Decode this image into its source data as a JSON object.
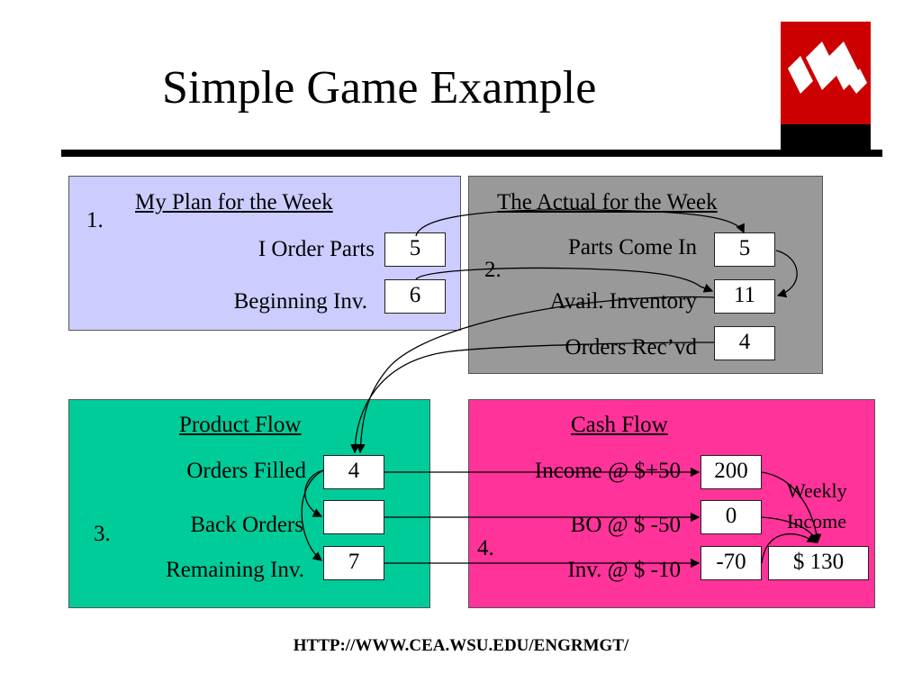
{
  "title": "Simple Game Example",
  "footer": "HTTP://WWW.CEA.WSU.EDU/ENGRMGT/",
  "colors": {
    "plan_panel": "#ccccff",
    "actual_panel": "#999999",
    "product_panel": "#00cc99",
    "cash_panel": "#ff3399",
    "logo_red": "#cc0000"
  },
  "plan": {
    "step": "1.",
    "heading": "My Plan for the Week",
    "order_label": "I Order Parts",
    "order_value": "5",
    "begin_label": "Beginning Inv.",
    "begin_value": "6"
  },
  "actual": {
    "step": "2.",
    "heading": "The Actual for the Week",
    "parts_label": "Parts Come In",
    "parts_value": "5",
    "avail_label": "Avail. Inventory",
    "avail_value": "11",
    "orders_label": "Orders Rec’vd",
    "orders_value": "4"
  },
  "product": {
    "step": "3.",
    "heading": "Product Flow",
    "filled_label": "Orders Filled",
    "filled_value": "4",
    "back_label": "Back Orders",
    "back_value": "",
    "remaining_label": "Remaining Inv.",
    "remaining_value": "7"
  },
  "cash": {
    "step": "4.",
    "heading": "Cash Flow",
    "income_label": "Income @ $+50",
    "income_value": "200",
    "bo_label": "BO @ $ -50",
    "bo_value": "0",
    "inv_label": "Inv. @ $ -10",
    "inv_value": "-70",
    "weekly_label_1": "Weekly",
    "weekly_label_2": "Income",
    "weekly_value": "$ 130"
  }
}
